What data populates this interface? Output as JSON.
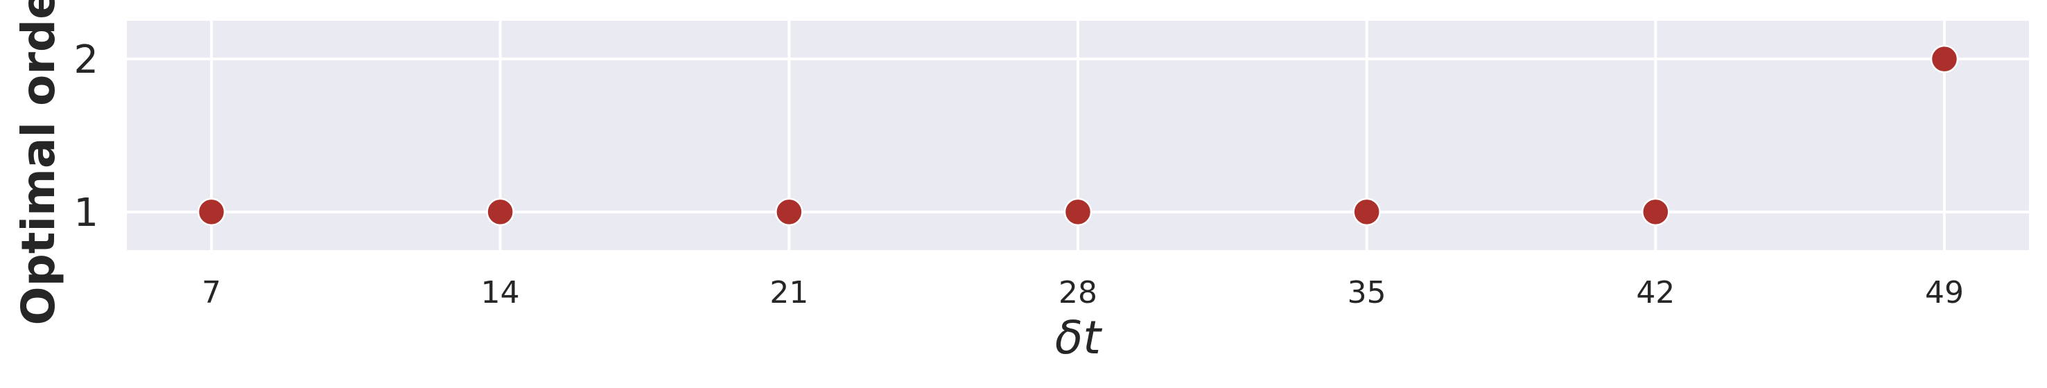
{
  "chart_data": {
    "type": "scatter",
    "title": "",
    "xlabel": "δt",
    "ylabel": "Optimal order",
    "x": [
      7,
      14,
      21,
      28,
      35,
      42,
      49
    ],
    "series": [
      {
        "values": [
          1,
          1,
          1,
          1,
          1,
          1,
          2
        ],
        "color": "#ab2f2a"
      }
    ],
    "xticks": [
      "7",
      "14",
      "21",
      "28",
      "35",
      "42",
      "49"
    ],
    "yticks": [
      "1",
      "2"
    ],
    "xlim": [
      4.95,
      51.05
    ],
    "ylim": [
      0.75,
      2.25
    ],
    "grid": true,
    "background_color": "#eaeaf2",
    "grid_color": "#ffffff"
  }
}
